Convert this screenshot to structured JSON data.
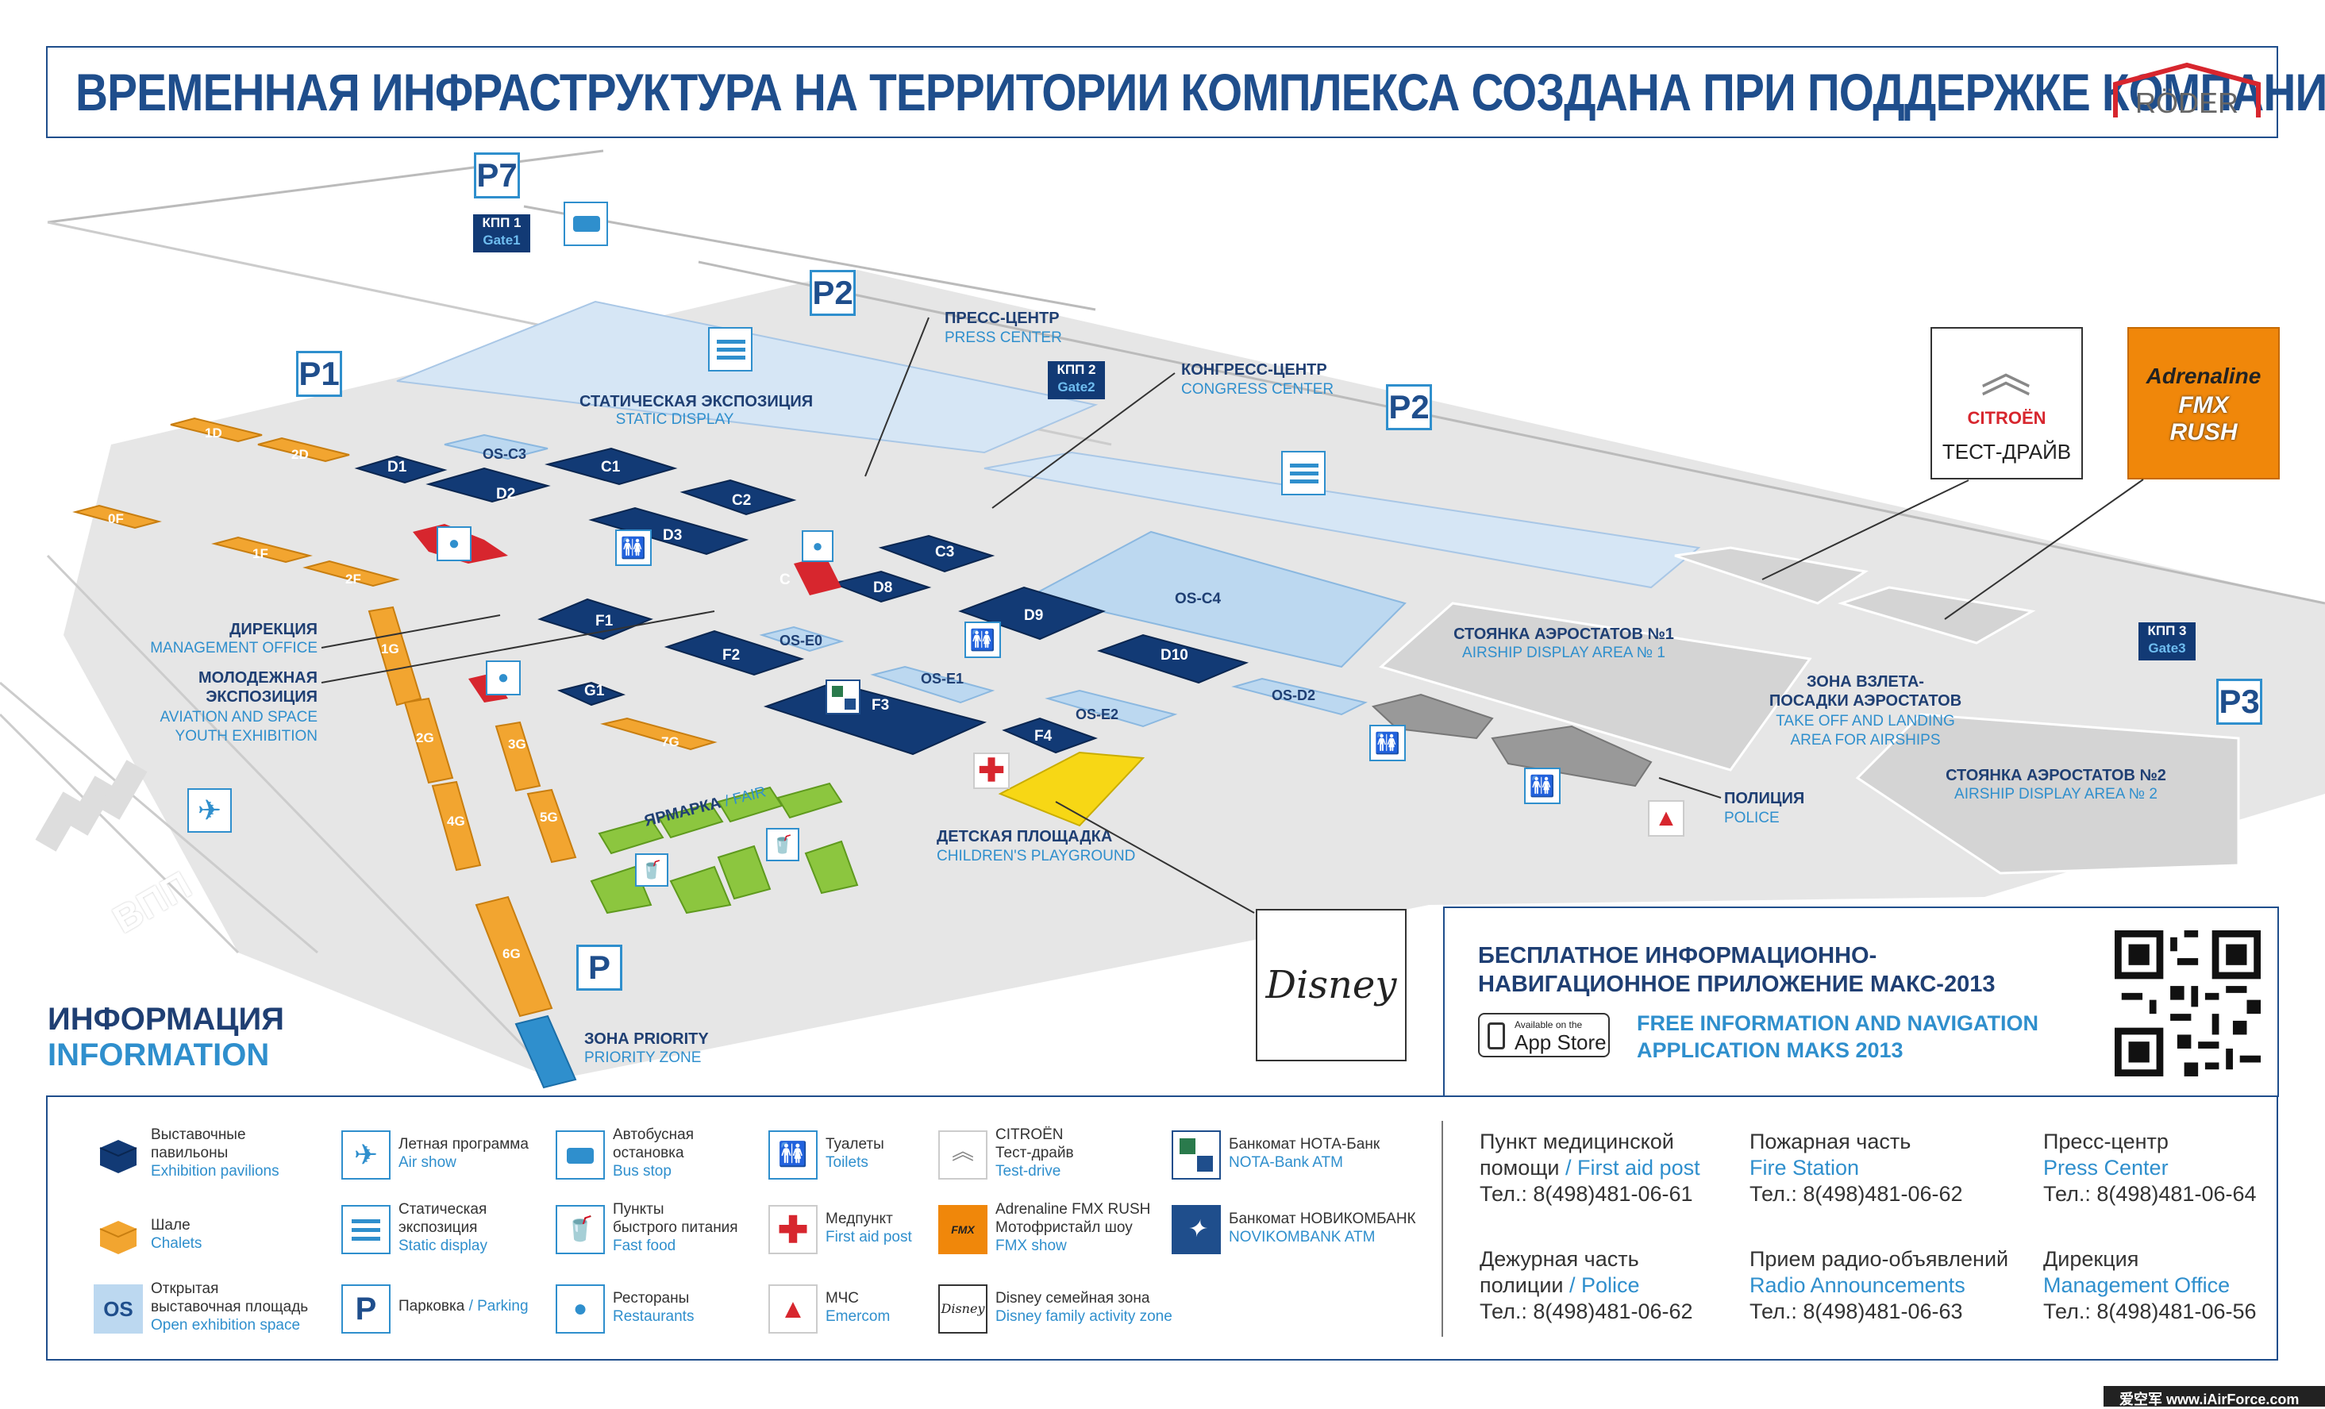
{
  "header": {
    "title": "ВРЕМЕННАЯ ИНФРАСТРУКТУРА НА ТЕРРИТОРИИ КОМПЛЕКСА СОЗДАНА ПРИ ПОДДЕРЖКЕ КОМПАНИИ",
    "sponsor_logo_text": "RÖDER"
  },
  "map": {
    "parking": {
      "p1": "P1",
      "p2a": "P2",
      "p2b": "P2",
      "p3": "P3",
      "p7": "P7",
      "p": "P"
    },
    "gates": {
      "gate1_ru": "КПП 1",
      "gate1_en": "Gate1",
      "gate2_ru": "КПП 2",
      "gate2_en": "Gate2",
      "gate3_ru": "КПП 3",
      "gate3_en": "Gate3"
    },
    "labels": {
      "press_ru": "ПРЕСС-ЦЕНТР",
      "press_en": "PRESS CENTER",
      "congress_ru": "КОНГРЕСС-ЦЕНТР",
      "congress_en": "CONGRESS CENTER",
      "static_ru": "СТАТИЧЕСКАЯ ЭКСПОЗИЦИЯ",
      "static_en": "STATIC DISPLAY",
      "mgmt_ru": "ДИРЕКЦИЯ",
      "mgmt_en": "MANAGEMENT OFFICE",
      "youth_ru1": "МОЛОДЕЖНАЯ",
      "youth_ru2": "ЭКСПОЗИЦИЯ",
      "youth_en1": "AVIATION AND SPACE",
      "youth_en2": "YOUTH EXHIBITION",
      "fair_ru": "ЯРМАРКА",
      "fair_en": "/ FAIR",
      "playground_ru": "ДЕТСКАЯ ПЛОЩАДКА",
      "playground_en": "CHILDREN'S PLAYGROUND",
      "airship1_ru": "СТОЯНКА АЭРОСТАТОВ №1",
      "airship1_en": "AIRSHIP DISPLAY AREA № 1",
      "takeoff_ru1": "ЗОНА ВЗЛЕТА-",
      "takeoff_ru2": "ПОСАДКИ АЭРОСТАТОВ",
      "takeoff_en1": "TAKE OFF AND LANDING",
      "takeoff_en2": "AREA FOR AIRSHIPS",
      "airship2_ru": "СТОЯНКА АЭРОСТАТОВ №2",
      "airship2_en": "AIRSHIP DISPLAY AREA № 2",
      "police_ru": "ПОЛИЦИЯ",
      "police_en": "POLICE",
      "priority_ru": "ЗОНА PRIORITY",
      "priority_en": "PRIORITY ZONE",
      "runway": "ВПП"
    },
    "pavilions": [
      "D1",
      "D2",
      "D3",
      "C1",
      "C2",
      "C3",
      "C",
      "D8",
      "D9",
      "D10",
      "F1",
      "F2",
      "F3",
      "F4",
      "G1"
    ],
    "open_areas": [
      "OS-C3",
      "OS-C4",
      "OS-E0",
      "OS-E1",
      "OS-E2",
      "OS-D2"
    ],
    "chalets": [
      "1D",
      "2D",
      "0F",
      "1F",
      "2F",
      "1G",
      "2G",
      "3G",
      "4G",
      "5G",
      "6G",
      "7G"
    ],
    "sponsors": {
      "citroen_name": "CITROËN",
      "citroen_sub": "ТЕСТ-ДРАЙВ",
      "fmx_1": "Adrenaline",
      "fmx_2": "FMX",
      "fmx_3": "RUSH",
      "disney": "Disney"
    }
  },
  "info": {
    "heading_ru": "ИНФОРМАЦИЯ",
    "heading_en": "INFORMATION"
  },
  "app": {
    "title_ru": "БЕСПЛАТНОЕ ИНФОРМАЦИОННО-НАВИГАЦИОННОЕ ПРИЛОЖЕНИЕ МАКС-2013",
    "title_en": "FREE INFORMATION AND NAVIGATION APPLICATION MAKS 2013",
    "badge_small": "Available on the",
    "badge_big": "App Store"
  },
  "legend": {
    "pavilions": {
      "ru1": "Выставочные",
      "ru2": "павильоны",
      "en": "Exhibition pavilions"
    },
    "chalets": {
      "ru": "Шале",
      "en": "Chalets"
    },
    "open": {
      "ru1": "Открытая",
      "ru2": "выставочная площадь",
      "en": "Open exhibition space",
      "icon": "OS"
    },
    "airshow": {
      "ru": "Летная программа",
      "en": "Air show"
    },
    "static": {
      "ru1": "Статическая",
      "ru2": "экспозиция",
      "en": "Static display"
    },
    "parking": {
      "ru": "Парковка",
      "en": "/ Parking",
      "icon": "P"
    },
    "bus": {
      "ru1": "Автобусная",
      "ru2": "остановка",
      "en": "Bus stop"
    },
    "fastfood": {
      "ru1": "Пункты",
      "ru2": "быстрого питания",
      "en": "Fast food"
    },
    "restaurants": {
      "ru": "Рестораны",
      "en": "Restaurants"
    },
    "toilets": {
      "ru": "Туалеты",
      "en": "Toilets"
    },
    "firstaid": {
      "ru": "Медпункт",
      "en": "First aid post"
    },
    "emercom": {
      "ru": "МЧС",
      "en": "Emercom"
    },
    "citroen": {
      "l1": "CITROËN",
      "l2": "Тест-драйв",
      "en": "Test-drive"
    },
    "fmx": {
      "l1": "Adrenaline FMX RUSH",
      "l2": "Мотофристайл шоу",
      "en": "FMX show"
    },
    "disney": {
      "ru": "Disney семейная зона",
      "en": "Disney family activity zone"
    },
    "nota": {
      "ru": "Банкомат НОТА-Банк",
      "en": "NOTA-Bank ATM"
    },
    "novikom": {
      "ru": "Банкомат НОВИКОМБАНК",
      "en": "NOVIKOMBANK ATM"
    }
  },
  "contacts": [
    {
      "ru1": "Пункт медицинской",
      "ru2": "помощи",
      "en": "/ First aid post",
      "tel": "Тел.: 8(498)481-06-61"
    },
    {
      "ru1": "Пожарная часть",
      "en": "Fire Station",
      "tel": "Тел.: 8(498)481-06-62"
    },
    {
      "ru1": "Пресс-центр",
      "en": "Press Center",
      "tel": "Тел.: 8(498)481-06-64"
    },
    {
      "ru1": "Дежурная часть",
      "ru2": "полиции",
      "en": "/ Police",
      "tel": "Тел.: 8(498)481-06-62"
    },
    {
      "ru1": "Прием радио-объявлений",
      "en": "Radio Announcements",
      "tel": "Тел.: 8(498)481-06-63"
    },
    {
      "ru1": "Дирекция",
      "en": "Management Office",
      "tel": "Тел.: 8(498)481-06-56"
    }
  ],
  "footer": {
    "watermark": "爱空军 www.iAirForce.com"
  },
  "colors": {
    "navy": "#1f3f73",
    "blue": "#2f8fcd",
    "pavilion": "#123a75",
    "chalet": "#f2a530",
    "fair": "#8cc63f",
    "open": "#bcd8f0",
    "playground": "#f7d715",
    "orange": "#f0870a",
    "red": "#d7262e"
  }
}
